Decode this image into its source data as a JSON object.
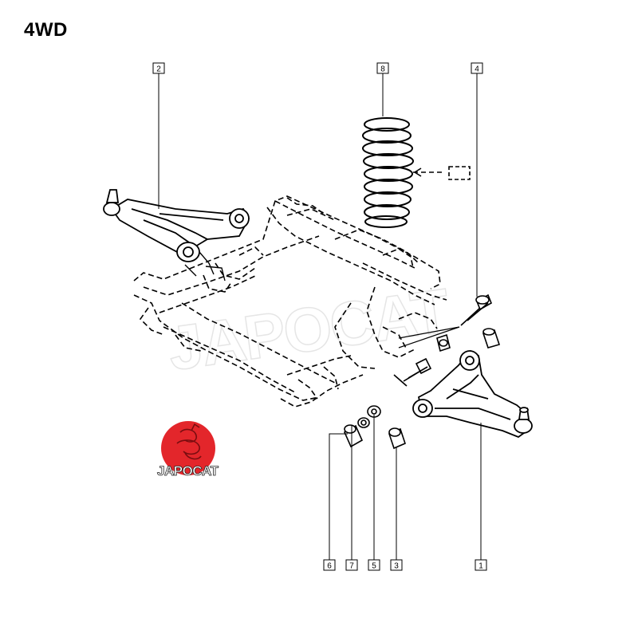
{
  "title": "4WD",
  "watermark": "JAPOCAT",
  "logo": {
    "text": "JAPOCAT",
    "color": "#e3262b"
  },
  "callouts": [
    {
      "id": "1",
      "label": "1"
    },
    {
      "id": "2",
      "label": "2"
    },
    {
      "id": "3",
      "label": "3"
    },
    {
      "id": "4",
      "label": "4"
    },
    {
      "id": "5",
      "label": "5"
    },
    {
      "id": "6",
      "label": "6"
    },
    {
      "id": "7",
      "label": "7"
    },
    {
      "id": "8",
      "label": "8"
    }
  ]
}
